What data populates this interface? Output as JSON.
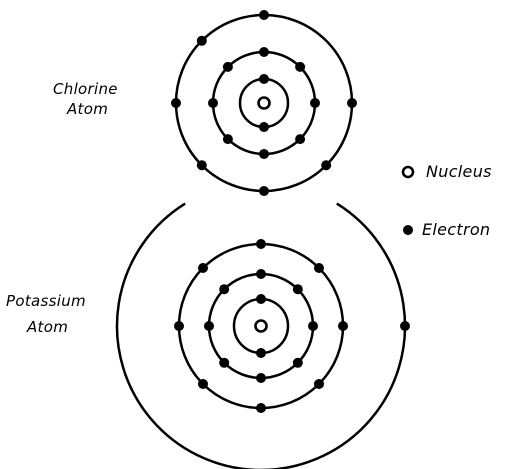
{
  "labels": {
    "chlorine_line1": "Chlorine",
    "chlorine_line2": "Atom",
    "potassium_line1": "Potassium",
    "potassium_line2": "Atom"
  },
  "legend": {
    "nucleus": "Nucleus",
    "electron": "Electron"
  },
  "atoms": {
    "chlorine": {
      "shell_electrons": [
        2,
        8,
        7
      ]
    },
    "potassium": {
      "shell_electrons": [
        2,
        8,
        8,
        1
      ]
    }
  },
  "colors": {
    "ink": "#000000",
    "paper": "#ffffff"
  }
}
